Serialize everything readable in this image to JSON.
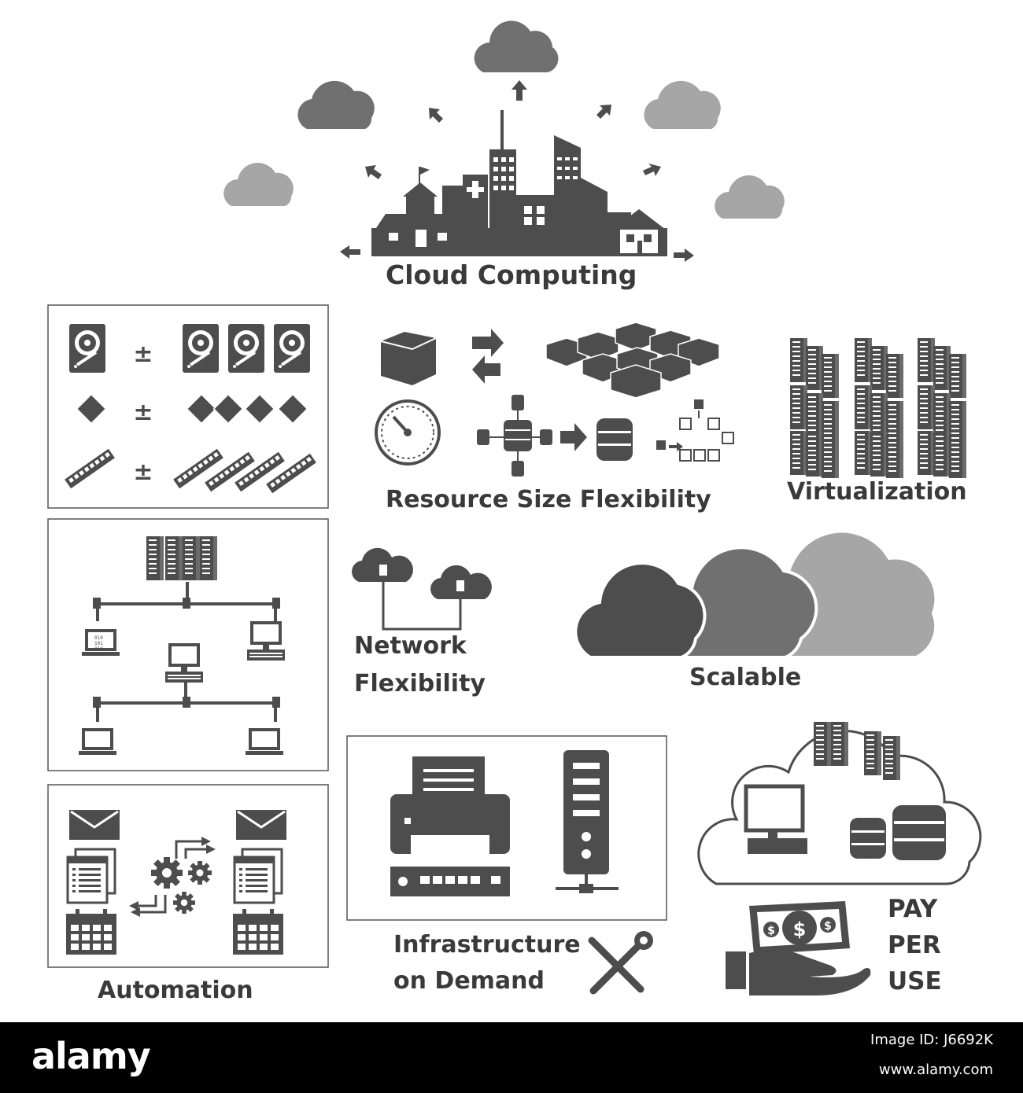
{
  "labels": {
    "cloud_computing": "Cloud Computing",
    "resource_size": "Resource Size Flexibility",
    "virtualization": "Virtualization",
    "network_line1": "Network",
    "network_line2": "Flexibility",
    "scalable": "Scalable",
    "infra_line1": "Infrastructure",
    "infra_line2": "on Demand",
    "automation": "Automation",
    "pay": "PAY",
    "per": "PER",
    "use": "USE"
  },
  "plus_minus": "±",
  "binary": [
    "010",
    "101",
    "010"
  ],
  "footer": {
    "logo": "alamy",
    "image_id": "Image ID: J6692K",
    "url": "www.alamy.com"
  },
  "colors": {
    "icon_dark": "#4d4d4d",
    "icon_mid": "#707070",
    "icon_light": "#a6a6a6",
    "text": "#3a3a3a",
    "footer_bg": "#000000"
  }
}
